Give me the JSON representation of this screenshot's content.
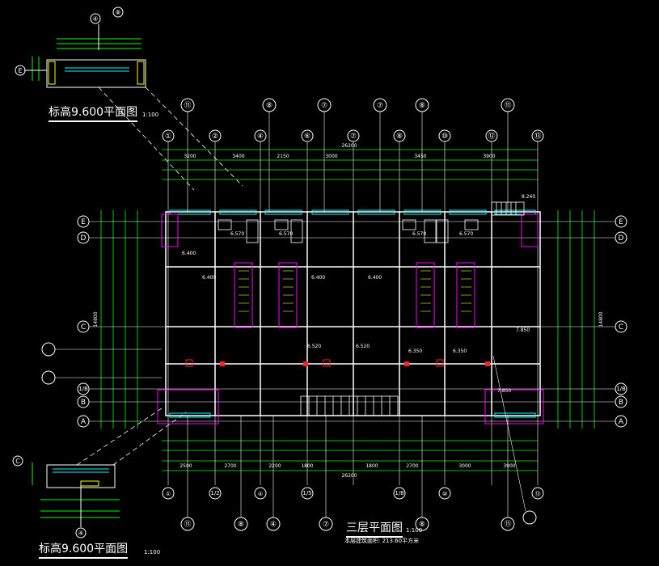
{
  "titles": {
    "main_plan": "三层平面图",
    "main_scale": "1:100",
    "area_note": "本层建筑面积: 213.60平方米",
    "detail_top": "标高9.600平面图",
    "detail_top_scale": "1:100",
    "detail_bottom": "标高9.600平面图",
    "detail_bottom_scale": "1:100"
  },
  "axes": {
    "top_upper": [
      "⑪",
      "⑧",
      "⑦",
      "⑦",
      "⑧",
      "⑪"
    ],
    "top_lower": [
      "①",
      "②",
      "④",
      "⑥",
      "⑦",
      "⑧",
      "⑩",
      "⑫",
      "⑬"
    ],
    "bottom_upper": [
      "①",
      "1/2",
      "④",
      "1/5",
      "1/8",
      "⑩",
      "⑬"
    ],
    "bottom_lower": [
      "⑪",
      "⑧",
      "④",
      "⑦",
      "⑧",
      "⑪"
    ],
    "left": [
      "E",
      "D",
      "C",
      "1/B",
      "B",
      "A"
    ],
    "right": [
      "E",
      "D",
      "C",
      "1/B",
      "B",
      "A"
    ],
    "detail_top_axes": [
      "④",
      "⑧",
      "E"
    ],
    "detail_bottom_axes": [
      "C",
      "④"
    ]
  },
  "dimensions": {
    "top_overall": "26200",
    "bottom_overall": "26200",
    "right_overall": "14800",
    "left_overall": "14800",
    "top_segments": [
      "3200",
      "3400",
      "2150",
      "3000",
      "3450",
      "3900"
    ],
    "bottom_segments": [
      "2500",
      "2700",
      "2200",
      "1800",
      "1800",
      "2700",
      "3000",
      "3900"
    ]
  },
  "room_labels": [
    "6.570",
    "6.570",
    "6.570",
    "6.570",
    "6.400",
    "6.400",
    "6.400",
    "6.400",
    "6.520",
    "6.520",
    "6.350",
    "6.350",
    "7.850",
    "7.850",
    "8.240"
  ],
  "colors": {
    "background": "#000000",
    "wall": "#ffffff",
    "dim": "#00ff00",
    "axis": "#ffffff",
    "stair": "#ff00ff",
    "window": "#00ffff",
    "red": "#ff2a2a",
    "yellow": "#ffff00",
    "dashed": "#ffffff"
  }
}
